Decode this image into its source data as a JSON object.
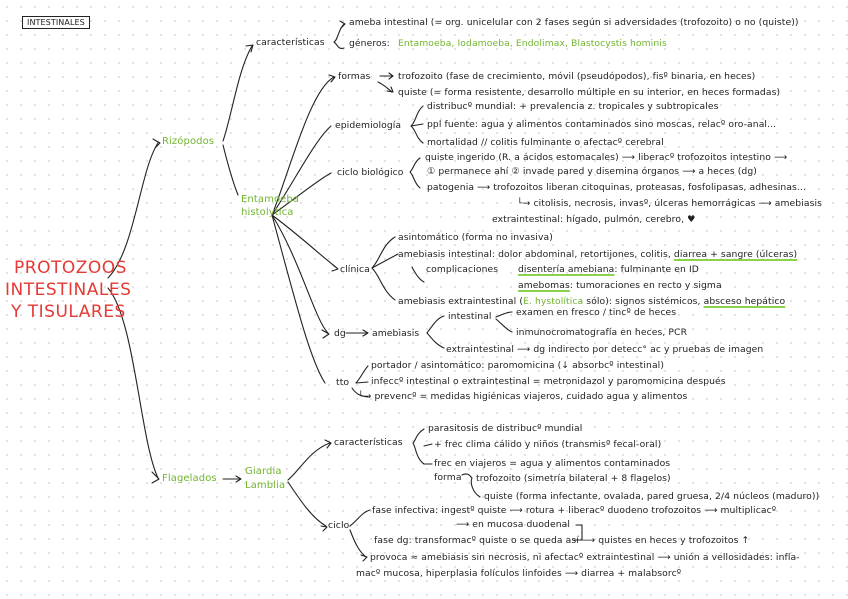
{
  "header": {
    "label": "INTESTINALES"
  },
  "title": {
    "line1": "PROTOZOOS",
    "line2": "INTESTINALES",
    "line3": "Y TISULARES"
  },
  "rizopodos": {
    "label": "Rizópodos",
    "caracteristicas": {
      "label": "características",
      "ameba": "ameba intestinal (= org. unicelular con 2 fases según si adversidades (trofozoito) o no (quiste))",
      "generos_label": "géneros:",
      "generos_value": "Entamoeba, Iodamoeba, Endolimax, Blastocystis hominis"
    },
    "entamoeba": {
      "line1": "Entamoeba",
      "line2": "histolytica",
      "formas": {
        "label": "formas",
        "trofozoito": "trofozoito (fase de crecimiento, móvil (pseudópodos), fisº binaria, en heces)",
        "quiste": "quiste (= forma resistente, desarrollo múltiple en su interior, en heces formadas)"
      },
      "epidemiologia": {
        "label": "epidemiología",
        "distrib": "distribucº mundial: + prevalencia z. tropicales y subtropicales",
        "fuente": "ppl fuente: agua y alimentos contaminados sino moscas, relacº oro-anal...",
        "mortalidad": "mortalidad // colitis fulminante o afectacº cerebral"
      },
      "ciclo": {
        "label": "ciclo biológico",
        "quiste1": "quiste ingerido (R. a ácidos estomacales) ⟶ liberacº trofozoitos intestino ⟶",
        "quiste2": "① permanece ahí ② invade pared y disemina órganos ⟶ a heces (dg)",
        "patogenia_label": "patogenia",
        "patogenia_text": "⟶ trofozoitos liberan citoquinas, proteasas, fosfolipasas, adhesinas...",
        "citolisis": "└→ citolisis, necrosis, invasº, úlceras hemorrágicas ⟶ amebiasis",
        "extraintestinal": "extraintestinal: hígado, pulmón, cerebro, ♥"
      },
      "clinica": {
        "label": "clínica",
        "asintomatico": "asintomático (forma no invasiva)",
        "intestinal_prefix": "amebiasis intestinal: dolor abdominal, retortijones, colitis,",
        "intestinal_hl": "diarrea + sangre (úlceras)",
        "complicaciones_label": "complicaciones",
        "disenteria_hl": "disentería amebiana",
        "disenteria_rest": ": fulminante en ID",
        "amebomas_hl": "amebomas",
        "amebomas_rest": ": tumoraciones en recto y sigma",
        "extra_prefix": "amebiasis extraintestinal (",
        "extra_green": "E. hystolítica",
        "extra_mid": " sólo): signos sistémicos,",
        "extra_hl": "absceso hepático"
      },
      "dg": {
        "label": "dg",
        "amebiasis_label": "amebiasis",
        "intestinal_label": "intestinal",
        "examen": "examen en fresco / tincº de heces",
        "inmuno": "inmunocromatografía en heces, PCR",
        "extraintestinal": "extraintestinal ⟶ dg indirecto por detecc° ac y pruebas de imagen"
      },
      "tto": {
        "label": "tto",
        "portador": "portador / asintomático: paromomicina (↓ absorbcº intestinal)",
        "infecc": "infeccº intestinal o extraintestinal = metronidazol y paromomicina después",
        "prevenc": "└→ prevencº = medidas higiénicas viajeros, cuidado agua y alimentos"
      }
    }
  },
  "flagelados": {
    "label": "Flagelados",
    "giardia_line1": "Giardia",
    "giardia_line2": "Lamblia",
    "caracteristicas": {
      "label": "características",
      "parasitosis": "parasitosis de distribucº mundial",
      "frec_clima": "+ frec clima cálido y niños (transmisº fecal-oral)",
      "frec_viajeros": "frec en viajeros = agua y alimentos contaminados",
      "forma_label": "forma",
      "trofozoito": "trofozoito (simetría bilateral + 8 flagelos)",
      "quiste": "quiste (forma infectante, ovalada, pared gruesa, 2/4 núcleos (maduro))"
    },
    "ciclo": {
      "label": "ciclo",
      "fase_infectiva": "fase infectiva: ingestº quiste ⟶ rotura + liberacº duodeno trofozoitos ⟶ multiplicacº",
      "mucosa": "⟶ en mucosa duodenal",
      "fase_dg": "fase dg: transformacº quiste o se queda así ⟶ quistes en heces y trofozoitos ↑",
      "provoca1": "provoca ≈ amebiasis sin necrosis, ni afectacº extraintestinal ⟶ unión a vellosidades: infla-",
      "provoca2": "macº mucosa, hiperplasia folículos linfoides ⟶ diarrea + malabsorcº"
    }
  },
  "colors": {
    "ink": "#222222",
    "green": "#72b52f",
    "red": "#e53935",
    "highlight": "#8ed14b"
  }
}
